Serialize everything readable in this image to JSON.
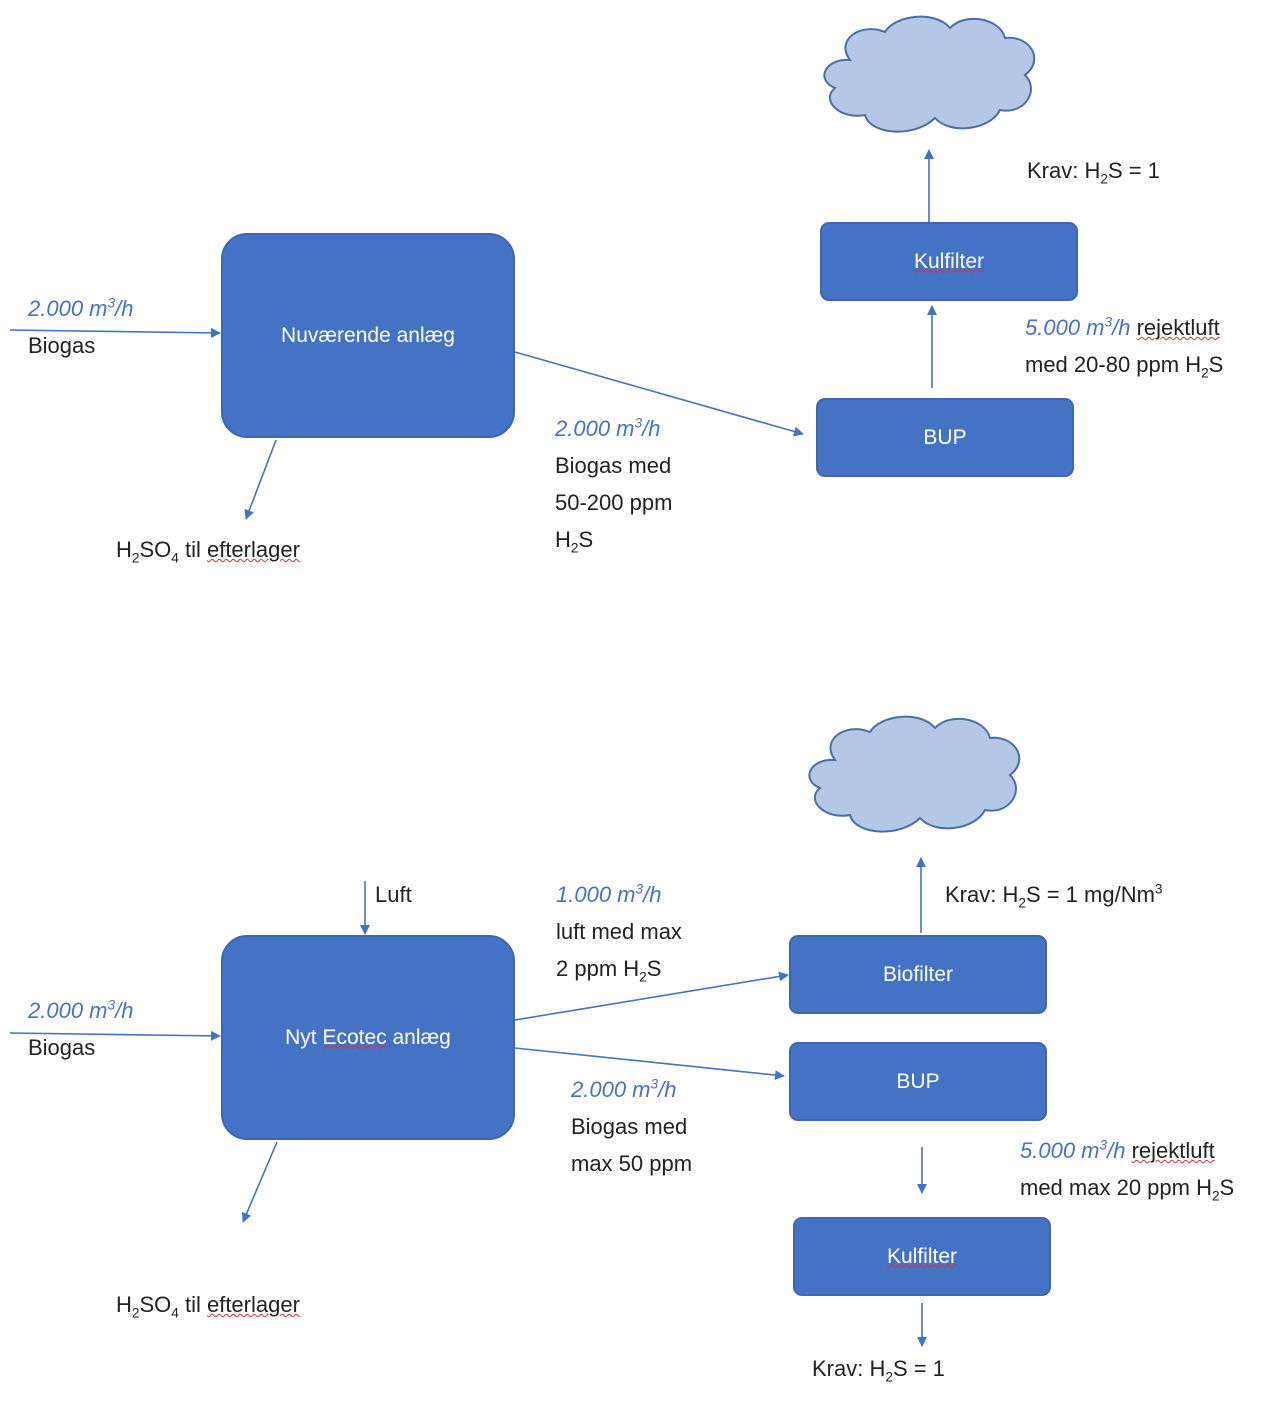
{
  "colors": {
    "box_fill": "#4472c4",
    "rate_text": "#4472c4",
    "cloud_fill": "#b4c7e7",
    "arrow": "#4472c4",
    "spellcheck": "#e03030"
  },
  "top": {
    "plant": "Nuværende anlæg",
    "bup": "BUP",
    "kulfilter": "Kulfilter",
    "in_rate": "2.000 m",
    "in_rate_sup": "3",
    "in_rate_unit": "/h",
    "in_label": "Biogas",
    "out_rate": "2.000 m",
    "out_rate_sup": "3",
    "out_rate_unit": "/h",
    "out_line1": "Biogas med",
    "out_line2": "50-200 ppm",
    "out_line3_h": "H",
    "out_line3_sub": "2",
    "out_line3_s": "S",
    "rej_rate": "5.000 m",
    "rej_rate_sup": "3",
    "rej_rate_unit": "/h",
    "rej_word": "rejektluft",
    "rej_line2": "med 20-80 ppm H",
    "rej_line2_sub": "2",
    "rej_line2_s": "S",
    "krav_pre": "Krav: H",
    "krav_sub": "2",
    "krav_post": "S = 1",
    "h2so4_h": "H",
    "h2so4_sub1": "2",
    "h2so4_so": "SO",
    "h2so4_sub2": "4",
    "h2so4_til": " til ",
    "h2so4_word": "efterlager"
  },
  "bottom": {
    "plant_pre": "Nyt ",
    "plant_word": "Ecotec",
    "plant_post": " anlæg",
    "biofilter": "Biofilter",
    "bup": "BUP",
    "kulfilter": "Kulfilter",
    "luft": "Luft",
    "in_rate": "2.000 m",
    "in_rate_sup": "3",
    "in_rate_unit": "/h",
    "in_label": "Biogas",
    "air_rate": "1.000 m",
    "air_rate_sup": "3",
    "air_rate_unit": "/h",
    "air_line1": "luft med max",
    "air_line2": "2 ppm H",
    "air_line2_sub": "2",
    "air_line2_s": "S",
    "gas_rate": "2.000 m",
    "gas_rate_sup": "3",
    "gas_rate_unit": "/h",
    "gas_line1": "Biogas med",
    "gas_line2": "max 50 ppm",
    "rej_rate": "5.000 m",
    "rej_rate_sup": "3",
    "rej_rate_unit": "/h",
    "rej_word": "rejektluft",
    "rej_line2": "med max 20 ppm H",
    "rej_line2_sub": "2",
    "rej_line2_s": "S",
    "krav1_pre": "Krav: H",
    "krav1_sub": "2",
    "krav1_post": "S = 1 mg/Nm",
    "krav1_sup": "3",
    "krav2_pre": "Krav: H",
    "krav2_sub": "2",
    "krav2_post": "S = 1",
    "h2so4_h": "H",
    "h2so4_sub1": "2",
    "h2so4_so": "SO",
    "h2so4_sub2": "4",
    "h2so4_til": " til ",
    "h2so4_word": "efterlager"
  }
}
